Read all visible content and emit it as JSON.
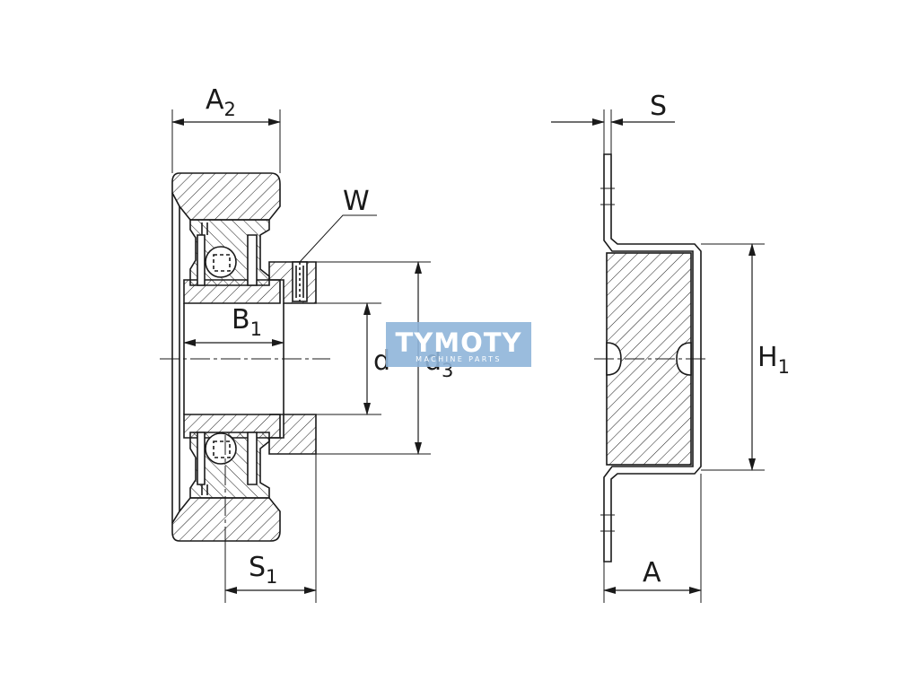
{
  "labels": {
    "a2": {
      "main": "A",
      "sub": "2"
    },
    "w": {
      "main": "W"
    },
    "b1": {
      "main": "B",
      "sub": "1"
    },
    "d": {
      "main": "d"
    },
    "d3": {
      "main": "d",
      "sub": "3"
    },
    "s1": {
      "main": "S",
      "sub": "1"
    },
    "s": {
      "main": "S"
    },
    "h1": {
      "main": "H",
      "sub": "1"
    },
    "a": {
      "main": "A"
    }
  },
  "watermark": {
    "brand": "TYMOTY",
    "tagline": "MACHINE PARTS"
  },
  "colors": {
    "line": "#1a1a1a",
    "watermark_bg": "#8fb5d9"
  }
}
